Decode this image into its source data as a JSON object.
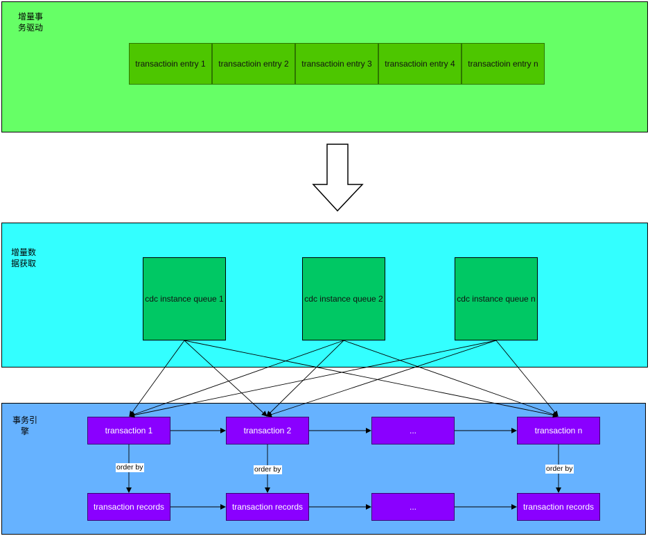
{
  "panels": {
    "top_label": "增量事\n务驱动",
    "middle_label": "增量数\n据获取",
    "bottom_label": "事务引\n擎"
  },
  "entries": [
    "transactioin entry 1",
    "transactioin entry 2",
    "transactioin entry 3",
    "transactioin entry 4",
    "transactioin entry n"
  ],
  "queues": [
    "cdc instance queue 1",
    "cdc instance queue 2",
    "cdc instance queue n"
  ],
  "transactions": [
    "transaction 1",
    "transaction 2",
    "...",
    "transaction n"
  ],
  "records": [
    "transaction records",
    "transaction records",
    "...",
    "transaction records"
  ],
  "edge_labels": [
    "order by",
    "order by",
    "order by"
  ],
  "colors": {
    "top_panel": "#66ff66",
    "middle_panel": "#33ffff",
    "bottom_panel": "#66b2ff",
    "entry": "#4dc600",
    "queue": "#00c864",
    "transaction": "#8a00ff"
  }
}
